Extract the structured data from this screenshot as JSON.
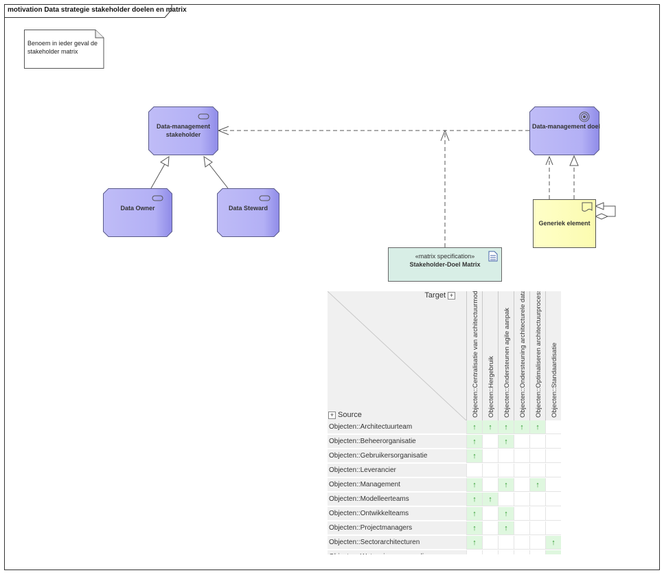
{
  "frame": {
    "title": "motivation Data strategie stakeholder doelen en matrix"
  },
  "note": {
    "text": "Benoem in ieder geval de stakeholder matrix"
  },
  "elements": {
    "stakeholder": {
      "label": "Data-management stakeholder",
      "icon": "stakeholder-icon"
    },
    "goal": {
      "label": "Data-management doel",
      "icon": "goal-icon"
    },
    "owner": {
      "label": "Data Owner",
      "icon": "stakeholder-icon"
    },
    "steward": {
      "label": "Data Steward",
      "icon": "stakeholder-icon"
    },
    "generic": {
      "label": "Generiek element",
      "icon": "representation-icon"
    },
    "matrix_spec": {
      "stereotype": "«matrix specification»",
      "label": "Stakeholder-Doel Matrix",
      "icon": "document-icon"
    }
  },
  "matrix": {
    "target_label": "Target",
    "source_label": "Source",
    "plus": "+",
    "columns": [
      "Objecten::Centralisatie van architectuurmodellen",
      "Objecten::Hergebruik",
      "Objecten::Ondersteunen agile aanpak",
      "Objecten::Ondersteuning architecturele data",
      "Objecten::Optimaliseren architectuurprocessen",
      "Objecten::Standaardisatie"
    ],
    "rows": [
      {
        "label": "Objecten::Architectuurteam",
        "cells": [
          1,
          1,
          1,
          1,
          1,
          0
        ]
      },
      {
        "label": "Objecten::Beheerorganisatie",
        "cells": [
          1,
          0,
          1,
          0,
          0,
          0
        ]
      },
      {
        "label": "Objecten::Gebruikersorganisatie",
        "cells": [
          1,
          0,
          0,
          0,
          0,
          0
        ]
      },
      {
        "label": "Objecten::Leverancier",
        "cells": [
          0,
          0,
          0,
          0,
          0,
          0
        ]
      },
      {
        "label": "Objecten::Management",
        "cells": [
          1,
          0,
          1,
          0,
          1,
          0
        ]
      },
      {
        "label": "Objecten::Modelleerteams",
        "cells": [
          1,
          1,
          0,
          0,
          0,
          0
        ]
      },
      {
        "label": "Objecten::Ontwikkelteams",
        "cells": [
          1,
          0,
          1,
          0,
          0,
          0
        ]
      },
      {
        "label": "Objecten::Projectmanagers",
        "cells": [
          1,
          0,
          1,
          0,
          0,
          0
        ]
      },
      {
        "label": "Objecten::Sectorarchitecturen",
        "cells": [
          1,
          0,
          0,
          0,
          0,
          1
        ]
      },
      {
        "label": "Objecten::Wetgeving en compliancy",
        "cells": [
          0,
          0,
          0,
          0,
          0,
          1
        ]
      }
    ],
    "mark": "↑",
    "colors": {
      "cell_on": "#dff7df",
      "mark": "#2c9a2c",
      "header_bg": "#f0f0f0"
    }
  },
  "colors": {
    "motivation_fill": "#b3b0f5",
    "generic_fill": "#ffffc0"
  }
}
